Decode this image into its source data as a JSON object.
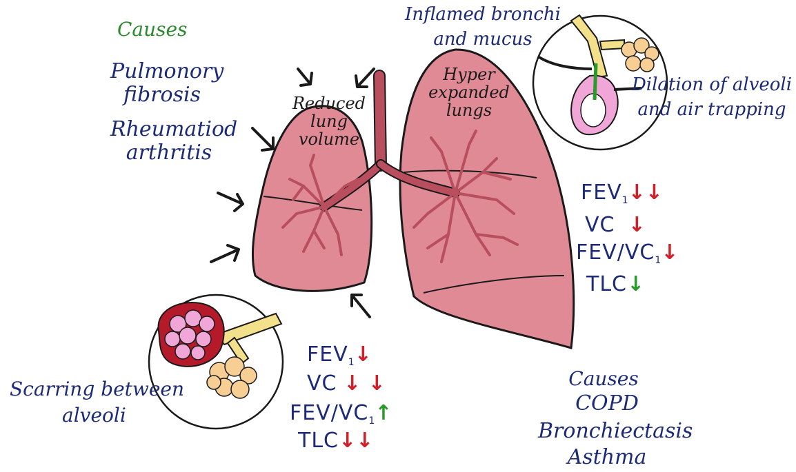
{
  "restrictive": {
    "causes_heading": "Causes",
    "causes": [
      "Pulmonory",
      "fibrosis",
      "Rheumatiod",
      "arthritis"
    ],
    "lung_label": [
      "Reduced",
      "lung",
      "volume"
    ],
    "inset_label": [
      "Scarring between",
      "alveoli"
    ],
    "pft": [
      {
        "label": "FEV",
        "sub": "1",
        "arrows": "↓",
        "arrow_color": "#d0202a"
      },
      {
        "label": "VC",
        "sub": "",
        "arrows": "↓ ↓",
        "arrow_color": "#d0202a"
      },
      {
        "label": "FEV/VC",
        "sub": "1",
        "arrows": "↑",
        "arrow_color": "#2a9a2a"
      },
      {
        "label": "TLC",
        "sub": "",
        "arrows": "↓↓",
        "arrow_color": "#d0202a"
      }
    ]
  },
  "obstructive": {
    "lung_label": [
      "Hyper",
      "expanded",
      "lungs"
    ],
    "inset_label_top": [
      "Inflamed bronchi",
      "and mucus"
    ],
    "inset_label_right": [
      "Dilation of alveoli",
      "and air trapping"
    ],
    "pft": [
      {
        "label": "FEV",
        "sub": "1",
        "arrows": "↓↓",
        "arrow_color": "#d0202a"
      },
      {
        "label": "VC",
        "sub": "",
        "arrows": "↓",
        "arrow_color": "#d0202a"
      },
      {
        "label": "FEV/VC",
        "sub": "1",
        "arrows": "↓",
        "arrow_color": "#d0202a"
      },
      {
        "label": "TLC",
        "sub": "",
        "arrows": "↓",
        "arrow_color": "#2a9a2a"
      }
    ],
    "causes_heading": "Causes",
    "causes": [
      "COPD",
      "Bronchiectasis",
      "Asthma"
    ]
  },
  "colors": {
    "lung_fill": "#e08a96",
    "airway": "#b84e5e",
    "ink": "#1c2a78",
    "heading_green": "#2b8a2b",
    "scar_red": "#b51a2a",
    "alveoli_pink": "#f0a6d6",
    "alveoli_tan": "#f7cf94",
    "bronchus_yellow": "#f3e08a"
  }
}
